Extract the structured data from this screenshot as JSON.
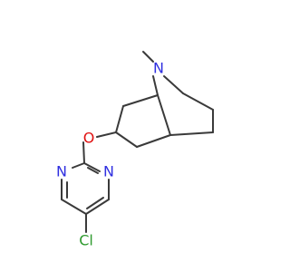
{
  "structure": {
    "atom_labels": {
      "n_bridge": "N",
      "o_ether": "O",
      "n_pyr_left": "N",
      "n_pyr_right": "N",
      "cl": "Cl"
    },
    "colors": {
      "bond": "#3a3a3a",
      "nitrogen": "#2f2fe0",
      "oxygen": "#e01010",
      "chlorine": "#2e9a2e"
    }
  }
}
